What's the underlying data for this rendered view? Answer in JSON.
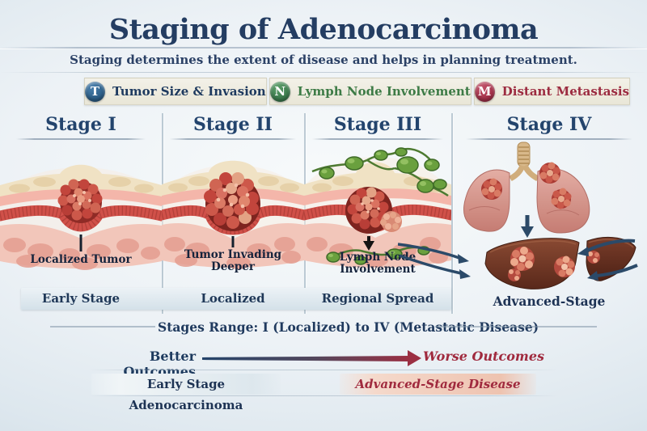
{
  "header": {
    "title": "Staging of Adenocarcinoma",
    "subtitle": "Staging determines the extent of disease and helps in planning treatment."
  },
  "legend": {
    "items": [
      {
        "letter": "T",
        "label": "Tumor Size & Invasion",
        "badge_color": "#2b5d86",
        "label_color": "#1e3a5f"
      },
      {
        "letter": "N",
        "label": "Lymph Node Involvement",
        "badge_color": "#3a7a4c",
        "label_color": "#3d7b46"
      },
      {
        "letter": "M",
        "label": "Distant Metastasis",
        "badge_color": "#a32f48",
        "label_color": "#9c2b40"
      }
    ]
  },
  "stages": [
    {
      "title": "Stage I",
      "caption": "Localized Tumor",
      "footer": "Early Stage"
    },
    {
      "title": "Stage II",
      "caption": "Tumor Invading Deeper",
      "footer": "Localized"
    },
    {
      "title": "Stage III",
      "caption": "Lymph Node Involvement",
      "footer": "Regional Spread"
    },
    {
      "title": "Stage IV",
      "caption": "",
      "footer": "Advanced-Stage"
    }
  ],
  "range_note": "Stages Range: I (Localized) to IV (Metastatic Disease)",
  "outcomes": {
    "better": "Better Outcomes",
    "worse": "Worse Outcomes"
  },
  "bands": {
    "early": "Early Stage Adenocarcinoma",
    "advanced": "Advanced-Stage Disease"
  },
  "colors": {
    "navy_text": "#243d62",
    "crimson_text": "#a02a3e",
    "green_text": "#3d7b46",
    "legend_bar": "#ece9dc",
    "outcome_gradient": [
      "#23436a",
      "#9b2f42"
    ],
    "tumor_red": "#c2453c",
    "lymph_green": "#6aa03e",
    "liver_brown": "#6b3322",
    "lung_pink": "#d99a90",
    "background": "#e3ebf1"
  }
}
